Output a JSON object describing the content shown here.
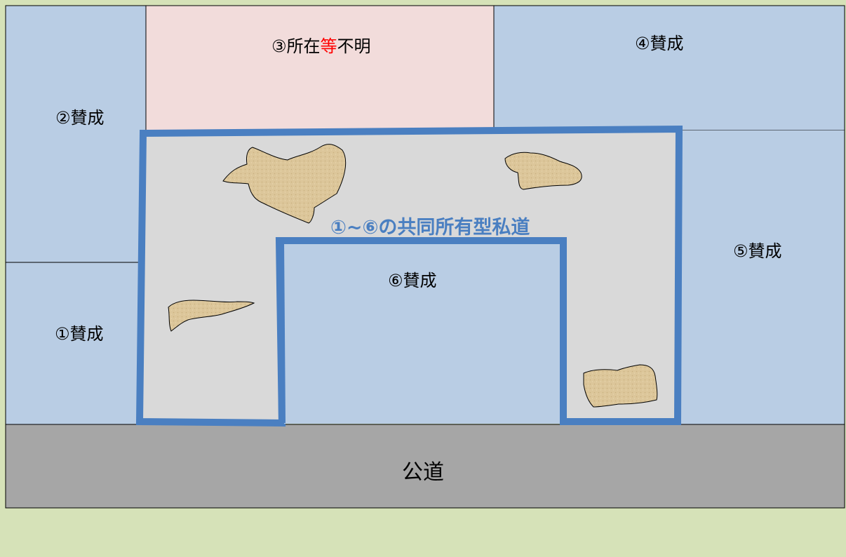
{
  "parcels": {
    "p1": {
      "label": "①賛成",
      "status": "agree"
    },
    "p2": {
      "label": "②賛成",
      "status": "agree"
    },
    "p3": {
      "label_prefix": "③所在",
      "label_highlight": "等",
      "label_suffix": "不明",
      "status": "unknown"
    },
    "p4": {
      "label": "④賛成",
      "status": "agree"
    },
    "p5": {
      "label": "⑤賛成",
      "status": "agree"
    },
    "p6": {
      "label": "⑥賛成",
      "status": "agree"
    }
  },
  "private_road": {
    "label": "①~⑥の共同所有型私道"
  },
  "public_road": {
    "label": "公道"
  },
  "colors": {
    "agree": "#b9cde4",
    "unknown": "#f2dcdb",
    "private_road": "#d9d9d9",
    "road_outline": "#4a7fc1",
    "public_road": "#a6a6a6",
    "background": "#d6e2b8",
    "highlight": "#ff0000",
    "patch": "#dcc69a"
  }
}
